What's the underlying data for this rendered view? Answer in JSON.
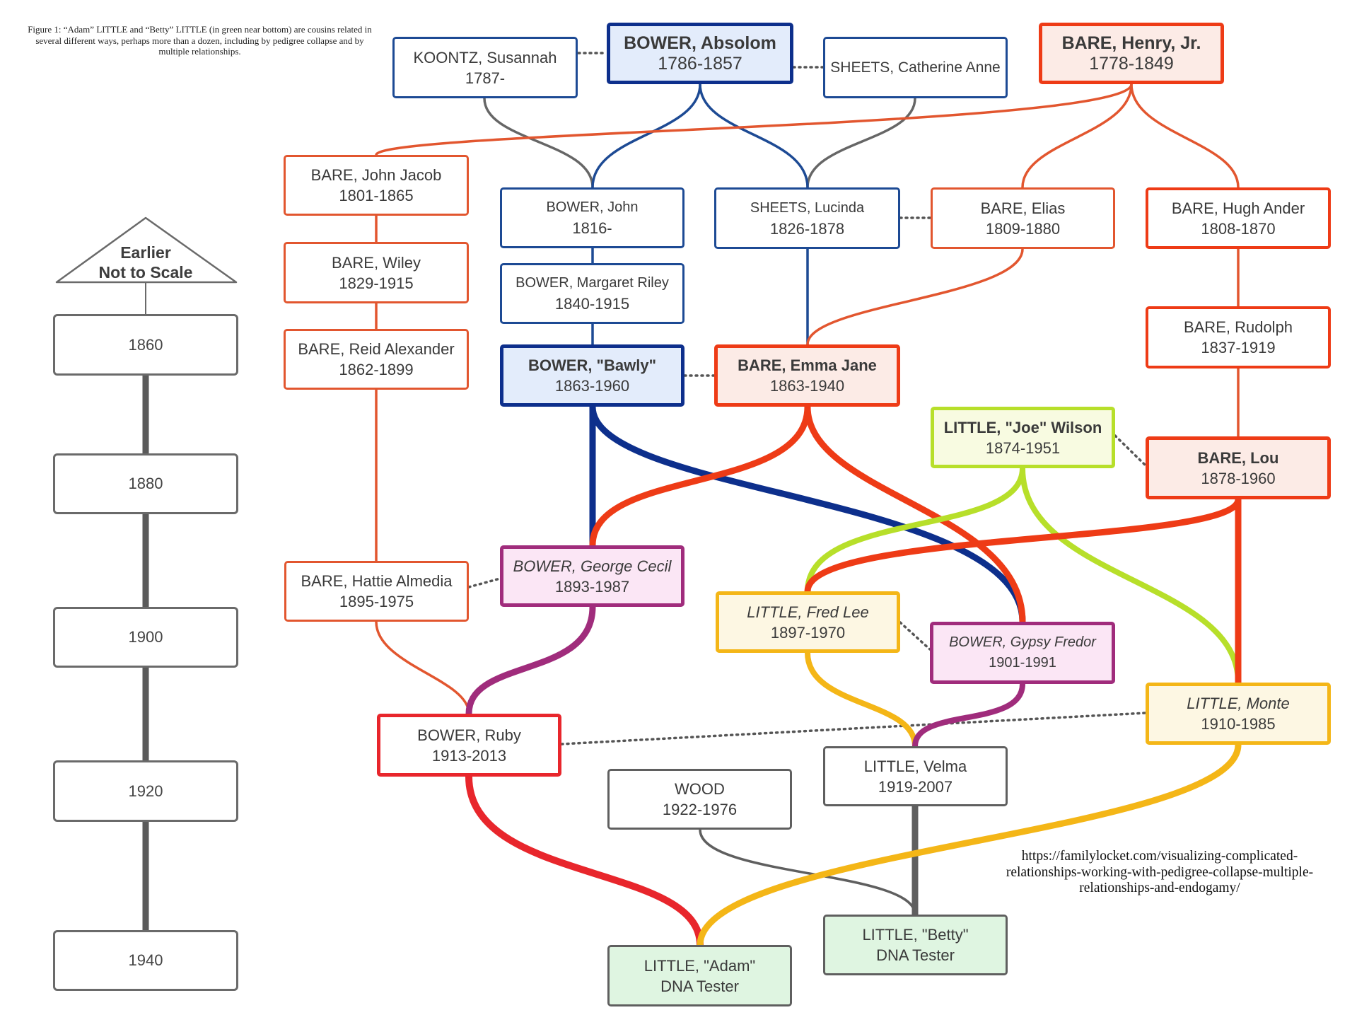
{
  "caption": "Figure 1: “Adam” LITTLE and “Betty” LITTLE (in green near bottom) are cousins related in several different ways, perhaps more than a dozen, including by pedigree collapse and by multiple relationships.",
  "source_url": "https://familylocket.com/visualizing-complicated-relationships-working-with-pedigree-collapse-multiple-relationships-and-endogamy/",
  "timeline": {
    "header_line1": "Earlier",
    "header_line2": "Not to Scale",
    "years": [
      "1860",
      "1880",
      "1900",
      "1920",
      "1940"
    ]
  },
  "colors": {
    "bower_line": "#0d2f8c",
    "bare_line": "#ee3b16",
    "little_joe_line": "#b7df2a",
    "purple_line": "#a02c7c",
    "gold_line": "#f4b617",
    "crimson_line": "#e8262c",
    "gray_line": "#5f5f5f"
  },
  "people": {
    "koontz_susannah": {
      "name": "KOONTZ, Susannah",
      "dates": "1787-"
    },
    "bower_absolom": {
      "name": "BOWER, Absolom",
      "dates": "1786-1857"
    },
    "sheets_catherine": {
      "name": "SHEETS, Catherine Anne",
      "dates": ""
    },
    "bare_henry": {
      "name": "BARE, Henry, Jr.",
      "dates": "1778-1849"
    },
    "bare_john_jacob": {
      "name": "BARE, John Jacob",
      "dates": "1801-1865"
    },
    "bare_wiley": {
      "name": "BARE, Wiley",
      "dates": "1829-1915"
    },
    "bare_reid": {
      "name": "BARE, Reid Alexander",
      "dates": "1862-1899"
    },
    "bare_hattie": {
      "name": "BARE, Hattie Almedia",
      "dates": "1895-1975"
    },
    "bower_john": {
      "name": "BOWER, John",
      "dates": "1816-"
    },
    "bower_margaret": {
      "name": "BOWER, Margaret Riley",
      "dates": "1840-1915"
    },
    "bower_bawly": {
      "name": "BOWER, \"Bawly\"",
      "dates": "1863-1960"
    },
    "sheets_lucinda": {
      "name": "SHEETS, Lucinda",
      "dates": "1826-1878"
    },
    "bare_emma": {
      "name": "BARE, Emma Jane",
      "dates": "1863-1940"
    },
    "bare_elias": {
      "name": "BARE, Elias",
      "dates": "1809-1880"
    },
    "bare_hugh": {
      "name": "BARE, Hugh Ander",
      "dates": "1808-1870"
    },
    "bare_rudolph": {
      "name": "BARE, Rudolph",
      "dates": "1837-1919"
    },
    "little_joe": {
      "name": "LITTLE, \"Joe\" Wilson",
      "dates": "1874-1951"
    },
    "bare_lou": {
      "name": "BARE, Lou",
      "dates": "1878-1960"
    },
    "bower_george": {
      "name": "BOWER, George Cecil",
      "dates": "1893-1987"
    },
    "little_fred": {
      "name": "LITTLE, Fred Lee",
      "dates": "1897-1970"
    },
    "bower_gypsy": {
      "name": "BOWER, Gypsy Fredor",
      "dates": "1901-1991"
    },
    "bower_ruby": {
      "name": "BOWER, Ruby",
      "dates": "1913-2013"
    },
    "little_monte": {
      "name": "LITTLE, Monte",
      "dates": "1910-1985"
    },
    "little_velma": {
      "name": "LITTLE, Velma",
      "dates": "1919-2007"
    },
    "wood": {
      "name": "WOOD",
      "dates": "1922-1976"
    },
    "little_adam": {
      "name": "LITTLE, \"Adam\"",
      "dates": "DNA Tester"
    },
    "little_betty": {
      "name": "LITTLE, \"Betty\"",
      "dates": "DNA Tester"
    }
  }
}
